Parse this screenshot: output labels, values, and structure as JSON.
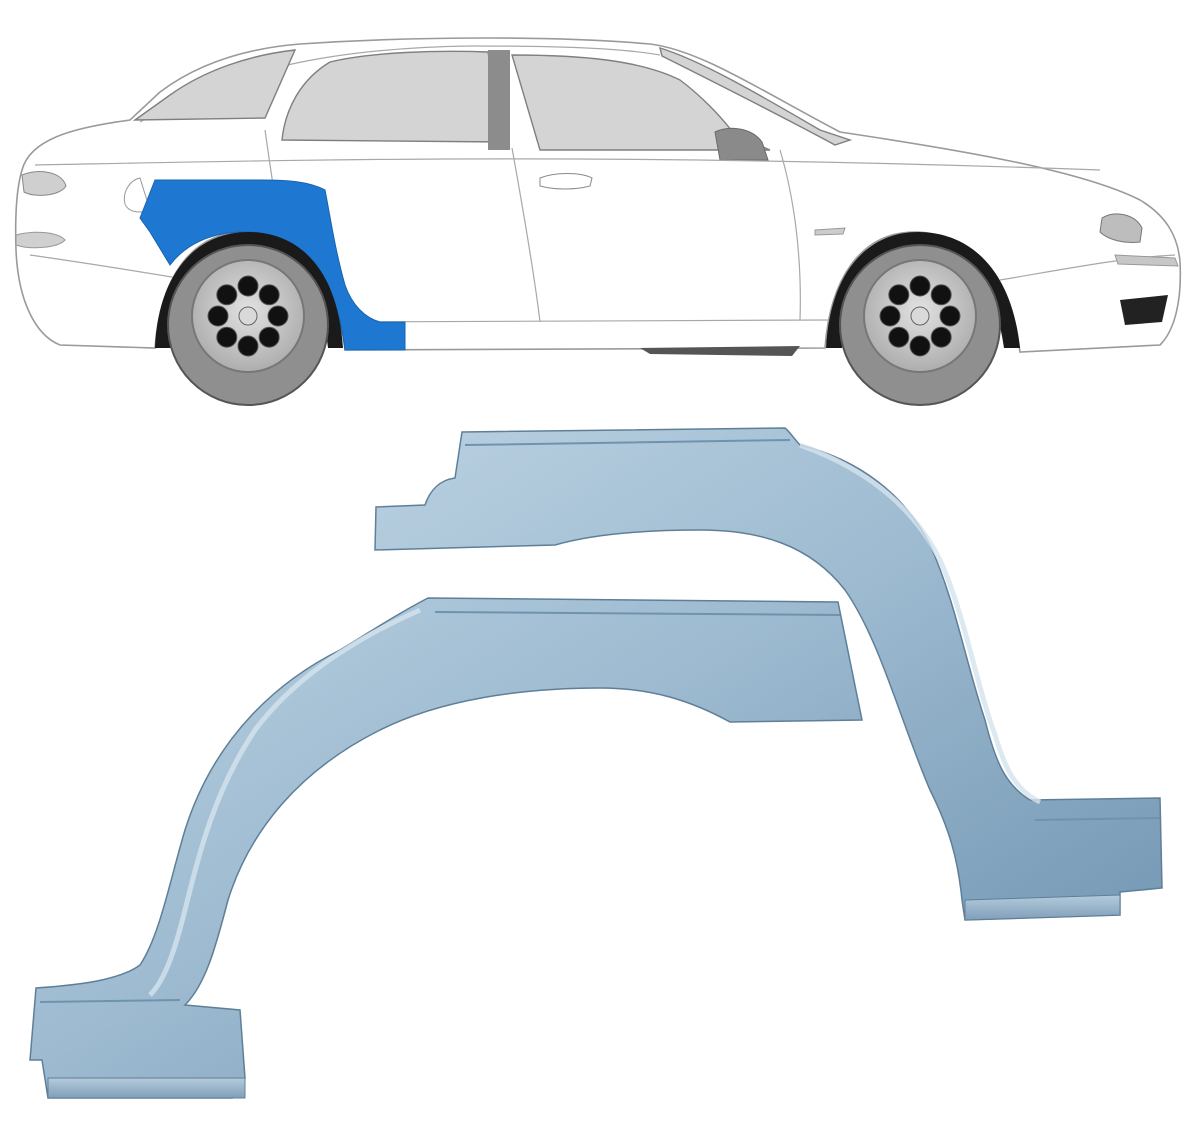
{
  "image": {
    "description_kind": "product-illustration",
    "colors": {
      "background": "#ffffff",
      "car_body": "#ffffff",
      "car_outline": "#9a9a9a",
      "window_glass": "#d4d4d4",
      "highlight_repair_area": "#1e78d2",
      "panel_metal_light": "#a9c3d6",
      "panel_metal_mid": "#8fb0c8",
      "panel_metal_dark": "#6f94b0",
      "tyre": "#0f0f0f",
      "rim": "#c9c9c9"
    },
    "icons": [
      "car-side-view",
      "wheel-arch-repair-panel"
    ]
  }
}
